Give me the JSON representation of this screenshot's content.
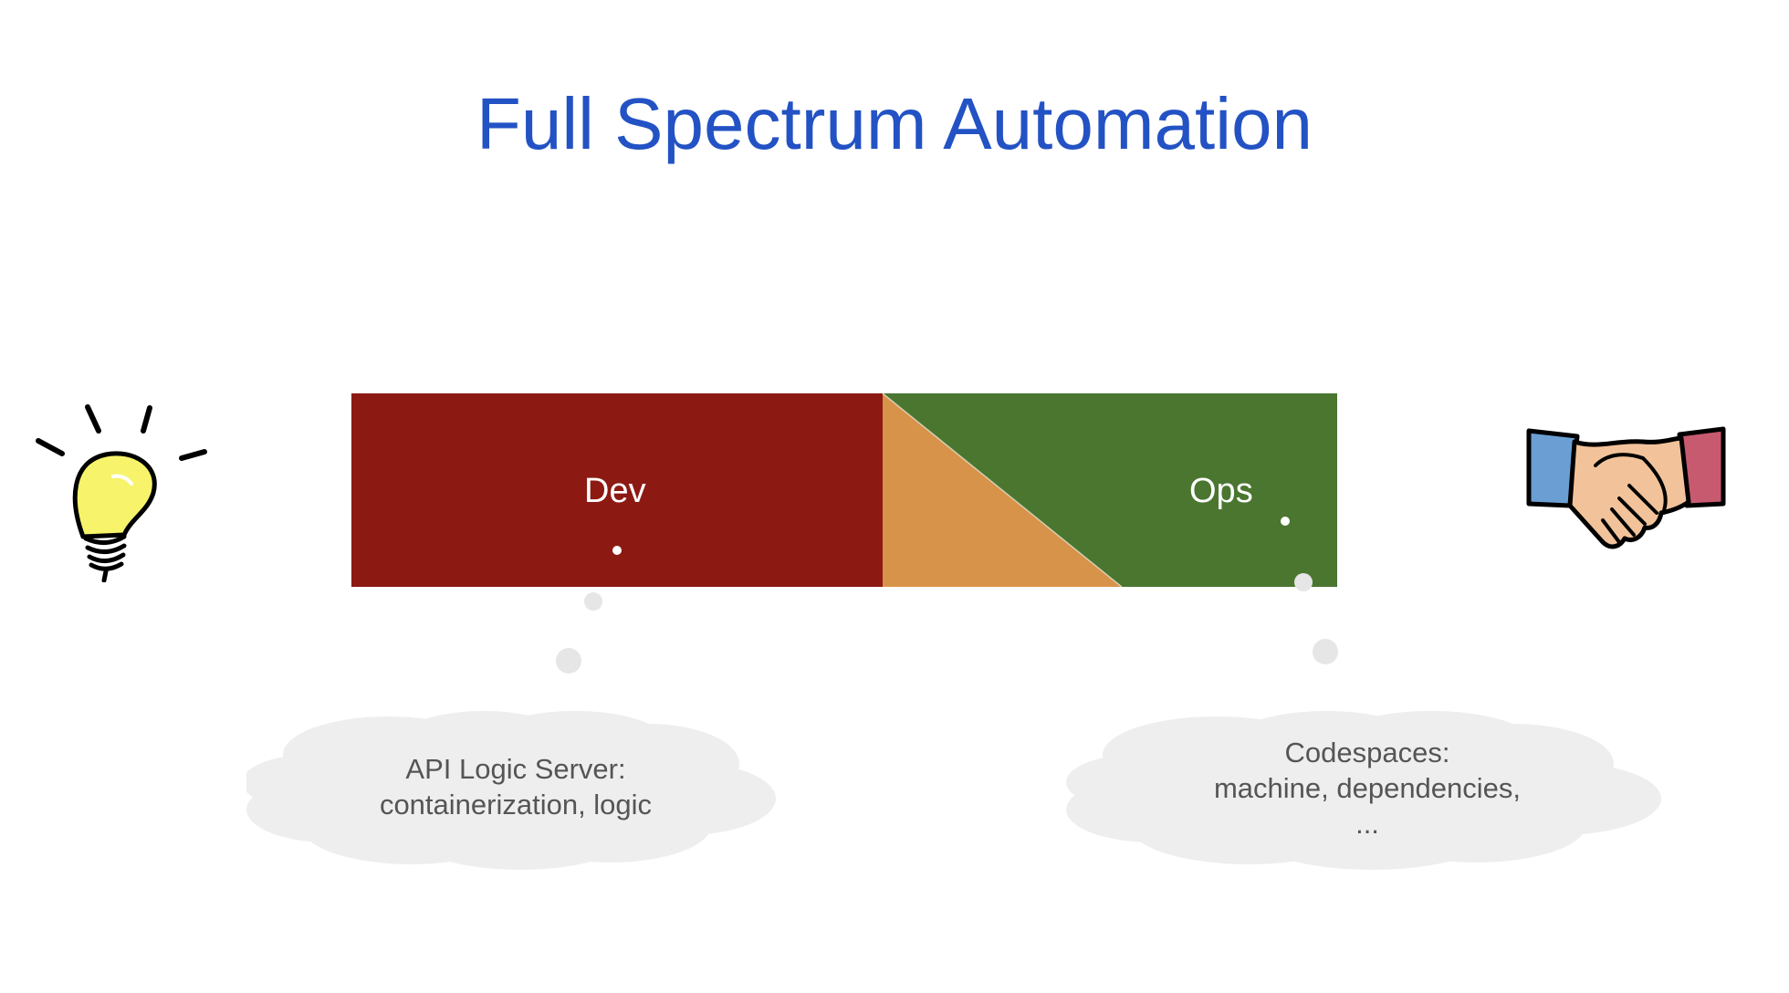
{
  "title": "Full Spectrum Automation",
  "bands": {
    "dev_label": "Dev",
    "ops_label": "Ops"
  },
  "clouds": [
    {
      "lines": [
        "API Logic Server:",
        "containerization, logic"
      ]
    },
    {
      "lines": [
        "Codespaces:",
        "machine, dependencies,",
        "..."
      ]
    }
  ],
  "icons": {
    "left": "lightbulb-icon",
    "right": "handshake-icon"
  },
  "colors": {
    "title": "#2352c4",
    "dev": "#8c1a13",
    "ops": "#4a7630",
    "transition": "#d8934a",
    "cloud": "#eeeeee",
    "cloud_text": "#555555"
  }
}
